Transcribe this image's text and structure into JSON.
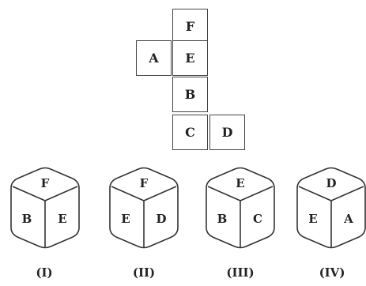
{
  "net": {
    "faces": [
      "F",
      "A",
      "E",
      "B",
      "C",
      "D"
    ]
  },
  "cubes": [
    {
      "top": "F",
      "left": "B",
      "right": "E",
      "caption": "(I)"
    },
    {
      "top": "F",
      "left": "E",
      "right": "D",
      "caption": "(II)"
    },
    {
      "top": "E",
      "left": "B",
      "right": "C",
      "caption": "(III)"
    },
    {
      "top": "D",
      "left": "E",
      "right": "A",
      "caption": "(IV)"
    }
  ]
}
